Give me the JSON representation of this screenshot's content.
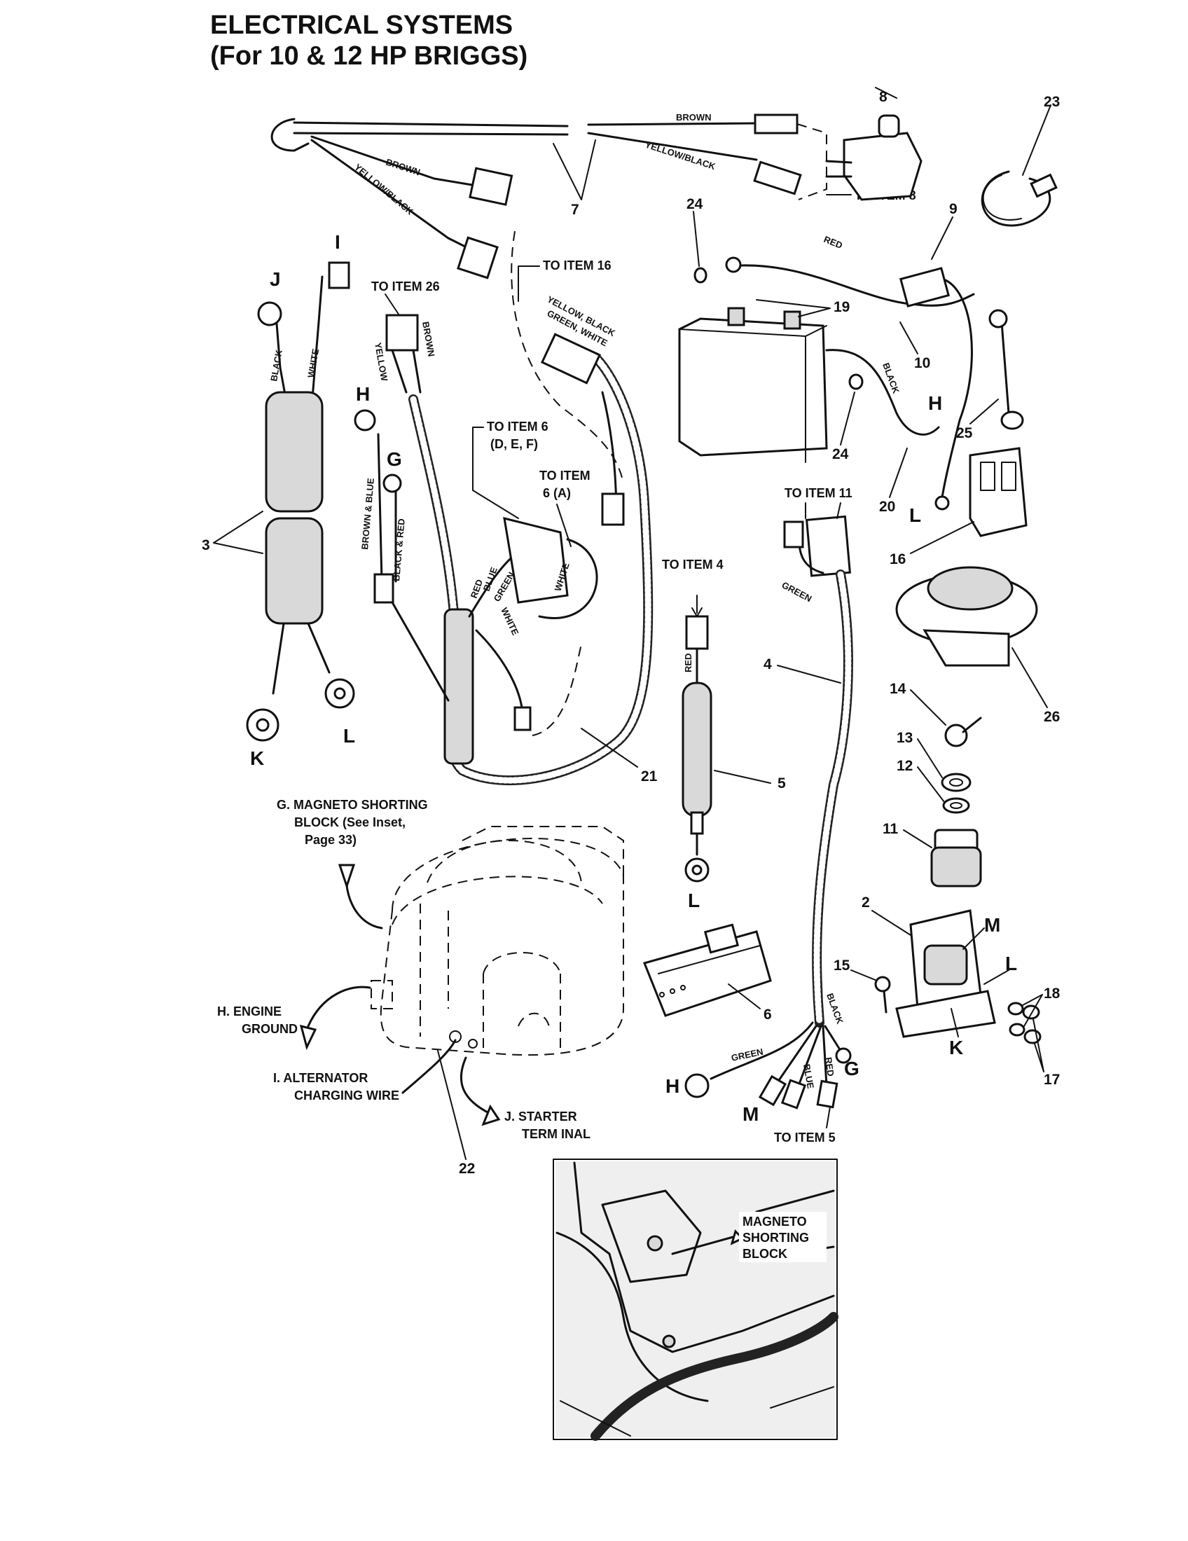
{
  "title": {
    "line1": "ELECTRICAL SYSTEMS",
    "line2": "(For 10 & 12 HP BRIGGS)"
  },
  "callouts": {
    "n2": "2",
    "n3": "3",
    "n4": "4",
    "n5": "5",
    "n6": "6",
    "n7": "7",
    "n8": "8",
    "n9": "9",
    "n10": "10",
    "n11": "11",
    "n12": "12",
    "n13": "13",
    "n14": "14",
    "n15": "15",
    "n16": "16",
    "n17": "17",
    "n18": "18",
    "n19": "19",
    "n20": "20",
    "n21": "21",
    "n22": "22",
    "n23": "23",
    "n24a": "24",
    "n24b": "24",
    "n25": "25",
    "n26": "26"
  },
  "letters": {
    "g1": "G",
    "g2": "G",
    "h1": "H",
    "h2": "H",
    "h3": "H",
    "i": "I",
    "j": "J",
    "k1": "K",
    "k2": "K",
    "l1": "L",
    "l2": "L",
    "l3": "L",
    "l4": "L",
    "m1": "M",
    "m2": "M"
  },
  "notes": {
    "to_item_8": "TO ITEM 8",
    "to_item_16": "TO ITEM 16",
    "to_item_26": "TO ITEM 26",
    "to_item_6_def_1": "TO ITEM 6",
    "to_item_6_def_2": "(D, E, F)",
    "to_item_6_a_1": "TO ITEM",
    "to_item_6_a_2": "6 (A)",
    "to_item_4": "TO ITEM 4",
    "to_item_11": "TO ITEM 11",
    "to_item_5": "TO ITEM 5",
    "g_magneto_1": "G. MAGNETO SHORTING",
    "g_magneto_2": "BLOCK (See Inset,",
    "g_magneto_3": "Page 33)",
    "h_engine_1": "H. ENGINE",
    "h_engine_2": "GROUND",
    "i_alt_1": "I. ALTERNATOR",
    "i_alt_2": "CHARGING WIRE",
    "j_starter_1": "J. STARTER",
    "j_starter_2": "TERM INAL",
    "inset_1": "MAGNETO",
    "inset_2": "SHORTING",
    "inset_3": "BLOCK"
  },
  "wire_labels": {
    "brown_top": "BROWN",
    "yellow_black_top": "YELLOW/BLACK",
    "brown_left": "BROWN",
    "yellow_black_left": "YELLOW/BLACK",
    "red_battery": "RED",
    "black_battery": "BLACK",
    "black_3": "BLACK",
    "white_3": "WHITE",
    "yellow_26": "YELLOW",
    "brown_26": "BROWN",
    "yellow_black_green_white_1": "YELLOW, BLACK",
    "yellow_black_green_white_2": "GREEN, WHITE",
    "brown_blue": "BROWN & BLUE",
    "black_red": "BLACK & RED",
    "red_21": "RED",
    "blue_21": "BLUE",
    "green_21": "GREEN",
    "white_21a": "WHITE",
    "white_21b": "WHITE",
    "red_5": "RED",
    "green_4": "GREEN",
    "green_4b": "GREEN",
    "blue_4": "BLUE",
    "red_4": "RED",
    "black_4": "BLACK"
  }
}
